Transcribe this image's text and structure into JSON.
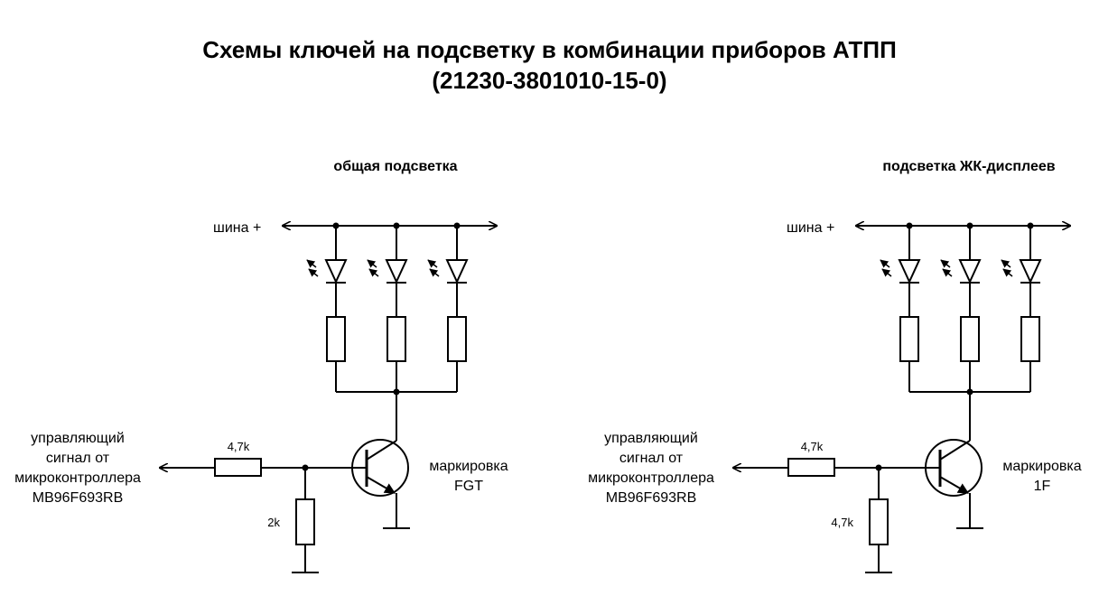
{
  "title": {
    "line1": "Схемы ключей на подсветку в комбинации приборов АТПП",
    "line2": "(21230-3801010-15-0)"
  },
  "circuits": [
    {
      "heading": "общая подсветка",
      "bus_label": "шина +",
      "control_label": [
        "управляющий",
        "сигнал от",
        "микроконтроллера",
        "MB96F693RB"
      ],
      "series_resistor": "4,7k",
      "shunt_resistor": "2k",
      "marking_label": "маркировка",
      "marking_code": "FGT"
    },
    {
      "heading": "подсветка ЖК-дисплеев",
      "bus_label": "шина +",
      "control_label": [
        "управляющий",
        "сигнал от",
        "микроконтроллера",
        "MB96F693RB"
      ],
      "series_resistor": "4,7k",
      "shunt_resistor": "4,7k",
      "marking_label": "маркировка",
      "marking_code": "1F"
    }
  ]
}
